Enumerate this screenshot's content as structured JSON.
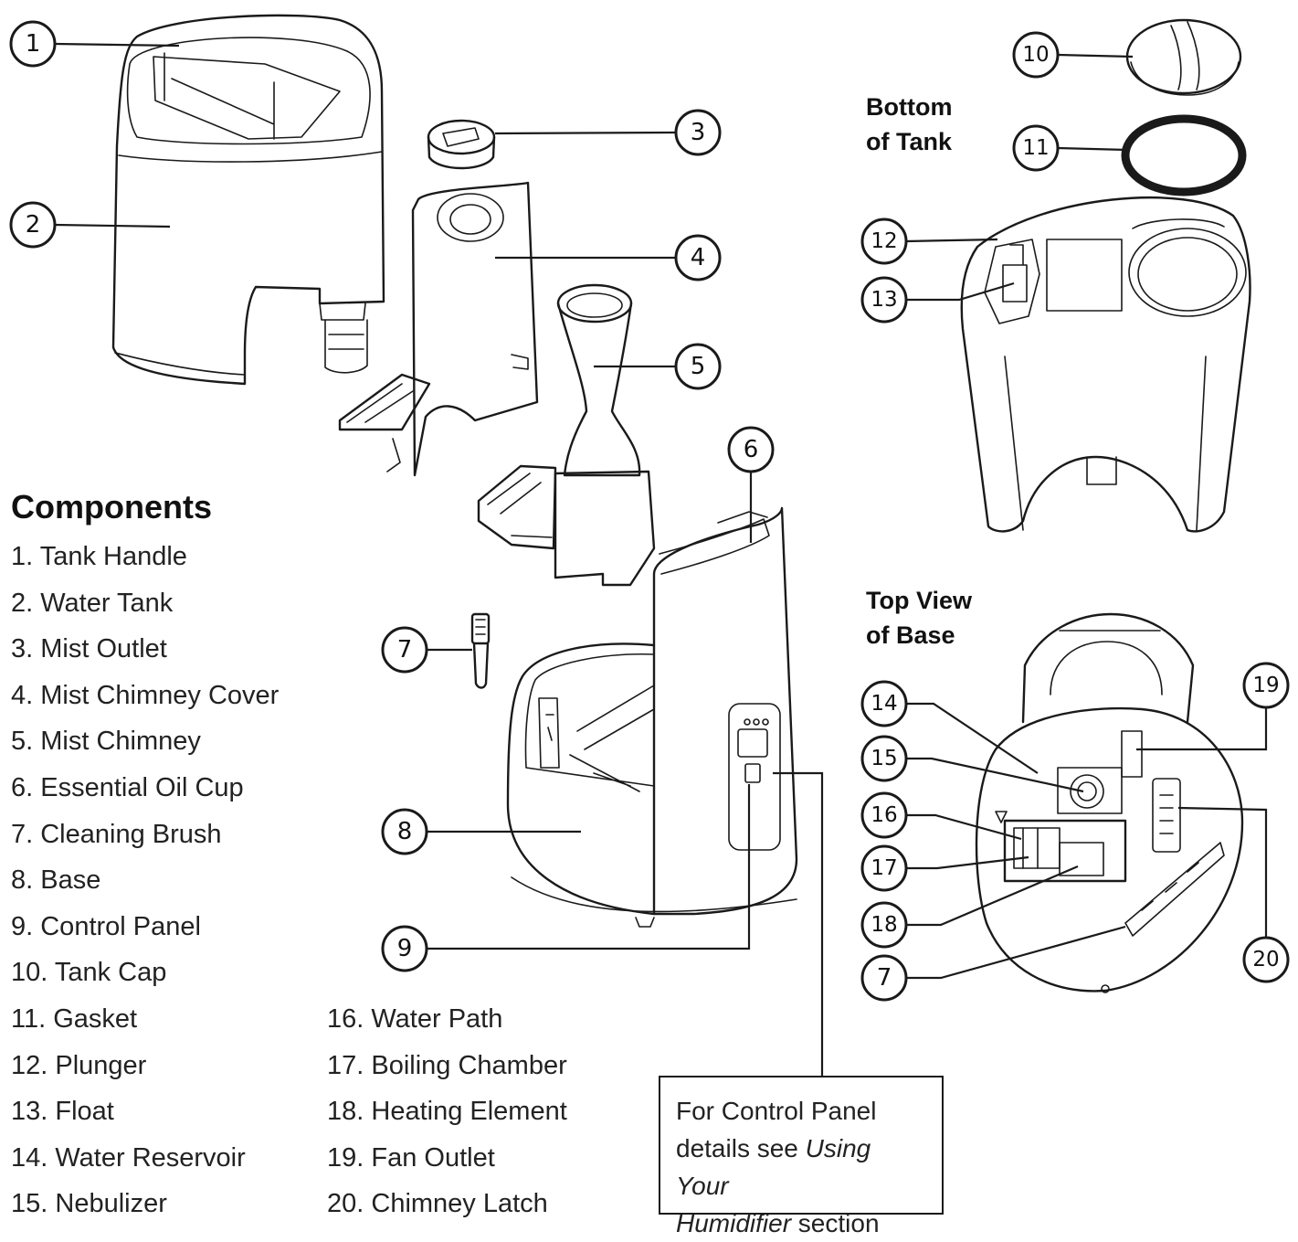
{
  "headings": {
    "bottom_of_tank": [
      "Bottom",
      "of Tank"
    ],
    "top_view_of_base": [
      "Top View",
      "of Base"
    ],
    "components": "Components"
  },
  "components_left": [
    "1. Tank Handle",
    "2. Water Tank",
    "3. Mist Outlet",
    "4. Mist Chimney Cover",
    "5. Mist Chimney",
    "6. Essential Oil Cup",
    "7. Cleaning Brush",
    "8. Base",
    "9. Control Panel",
    "10. Tank Cap",
    "11. Gasket",
    "12. Plunger",
    "13. Float",
    "14. Water Reservoir",
    "15. Nebulizer"
  ],
  "components_right": [
    "16. Water Path",
    "17. Boiling Chamber",
    "18. Heating Element",
    "19. Fan Outlet",
    "20. Chimney Latch"
  ],
  "note": {
    "line1": "For Control Panel",
    "line2_prefix": "details see ",
    "line2_italic": "Using Your",
    "line3_italic": "Humidifier",
    "line3_suffix": " section"
  },
  "callouts": [
    "1",
    "2",
    "3",
    "4",
    "5",
    "6",
    "7",
    "8",
    "9",
    "10",
    "11",
    "12",
    "13",
    "14",
    "15",
    "16",
    "17",
    "18",
    "19",
    "20",
    "7"
  ]
}
